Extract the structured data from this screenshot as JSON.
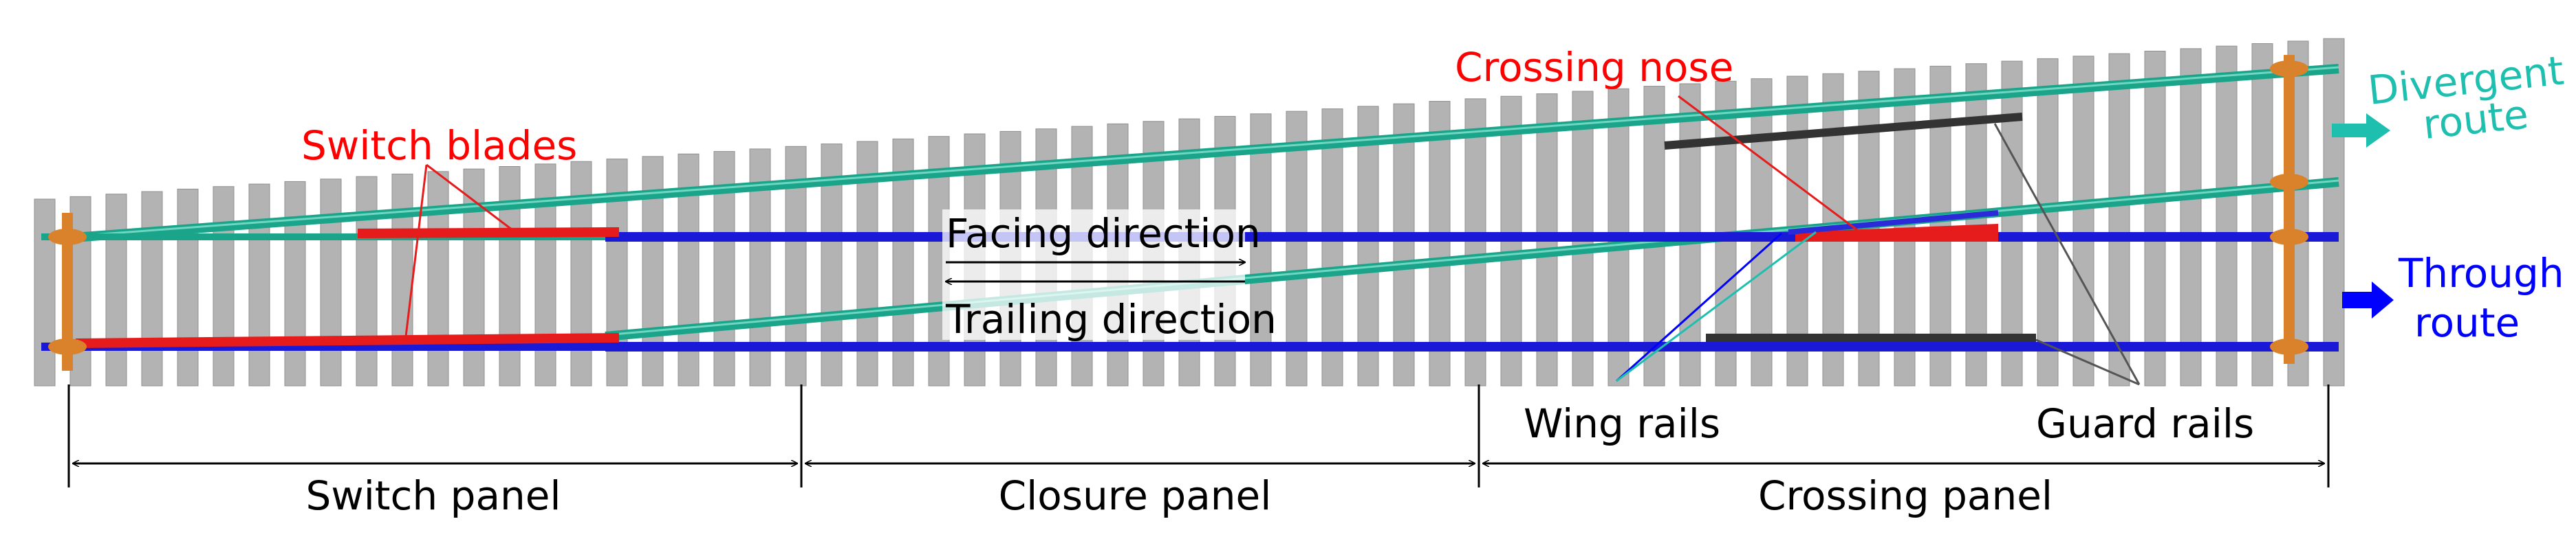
{
  "labels": {
    "switch_blades": "Switch blades",
    "crossing_nose": "Crossing nose",
    "divergent_route_1": "Divergent",
    "divergent_route_2": "route",
    "through_route_1": "Through",
    "through_route_2": "route",
    "facing_direction": "Facing direction",
    "trailing_direction": "Trailing direction",
    "wing_rails": "Wing rails",
    "guard_rails": "Guard rails",
    "switch_panel": "Switch panel",
    "closure_panel": "Closure panel",
    "crossing_panel": "Crossing panel"
  },
  "colors": {
    "through_rail": "#1a1ad6",
    "divergent_rail": "#1aa58a",
    "switch_blade": "#e61b1b",
    "sleeper": "#b3b3b3",
    "guard_rail": "#333333",
    "clamp": "#d9822b",
    "label_red": "#ff0000",
    "label_blue": "#0000ff",
    "label_teal": "#1fbfb0",
    "label_black": "#000000"
  }
}
